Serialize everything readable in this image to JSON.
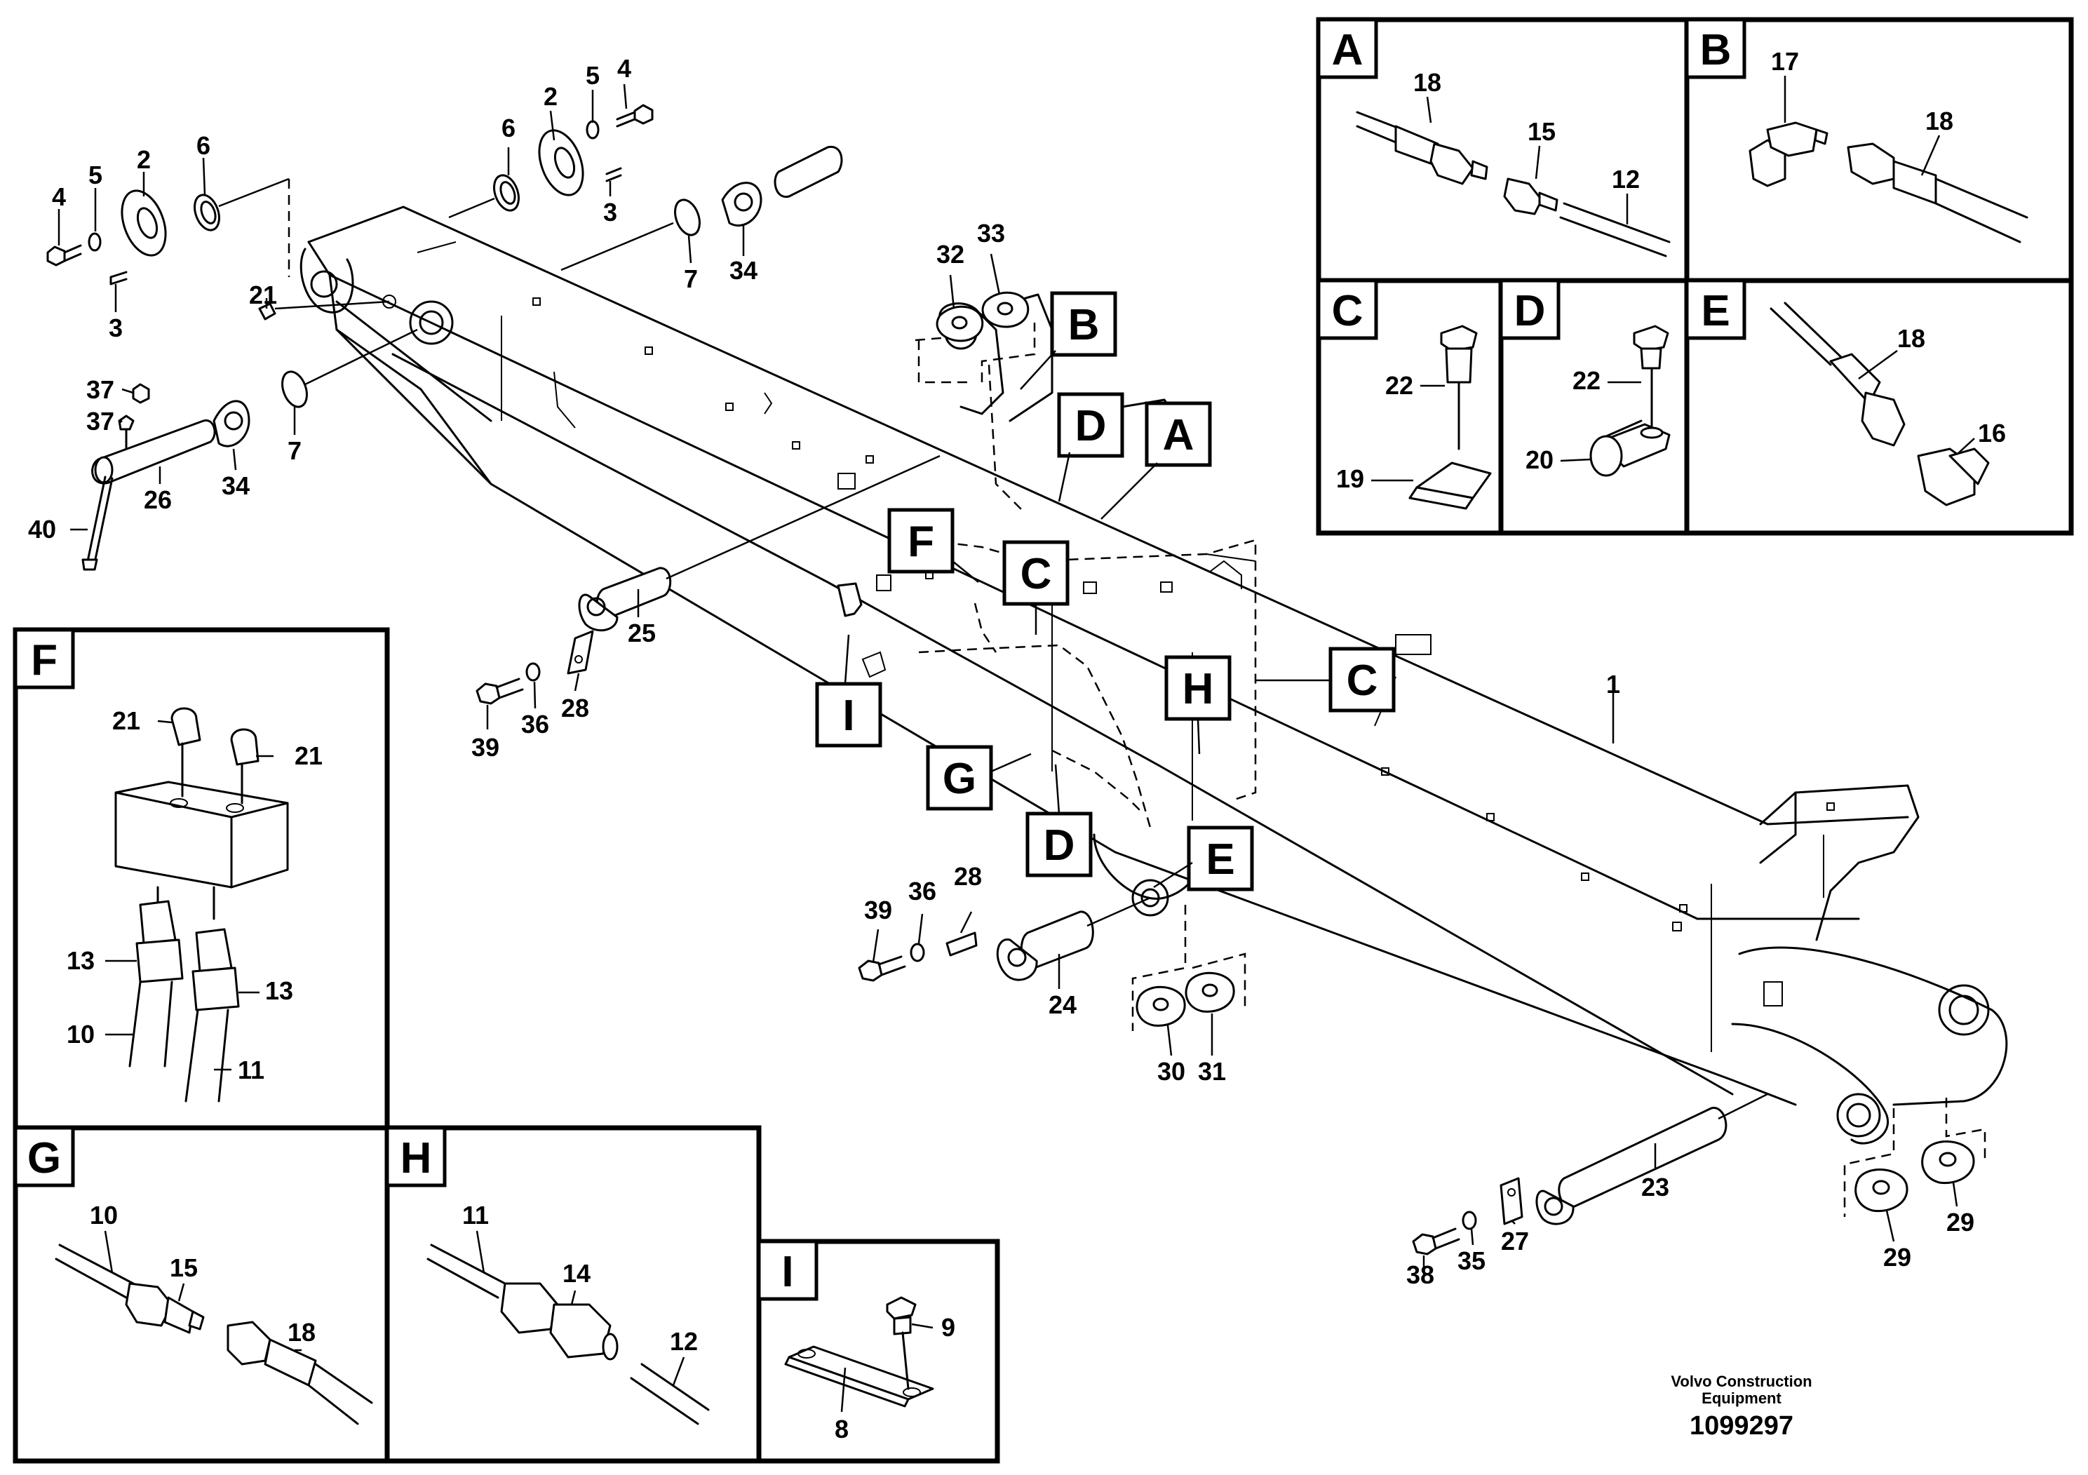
{
  "diagram": {
    "parts": {
      "p1": "1",
      "p2": "2",
      "p3": "3",
      "p4": "4",
      "p5": "5",
      "p6": "6",
      "p7": "7",
      "p8": "8",
      "p9": "9",
      "p10": "10",
      "p11": "11",
      "p12": "12",
      "p13": "13",
      "p14": "14",
      "p15": "15",
      "p16": "16",
      "p17": "17",
      "p18": "18",
      "p19": "19",
      "p20": "20",
      "p21": "21",
      "p22": "22",
      "p23": "23",
      "p24": "24",
      "p25": "25",
      "p26": "26",
      "p27": "27",
      "p28": "28",
      "p29": "29",
      "p30": "30",
      "p31": "31",
      "p32": "32",
      "p33": "33",
      "p34": "34",
      "p35": "35",
      "p36": "36",
      "p37": "37",
      "p38": "38",
      "p39": "39",
      "p40": "40"
    },
    "detail_letters": {
      "A": "A",
      "B": "B",
      "C": "C",
      "D": "D",
      "E": "E",
      "F": "F",
      "G": "G",
      "H": "H",
      "I": "I"
    },
    "footer": {
      "brand_line1": "Volvo Construction",
      "brand_line2": "Equipment",
      "doc_number": "1099297"
    }
  }
}
